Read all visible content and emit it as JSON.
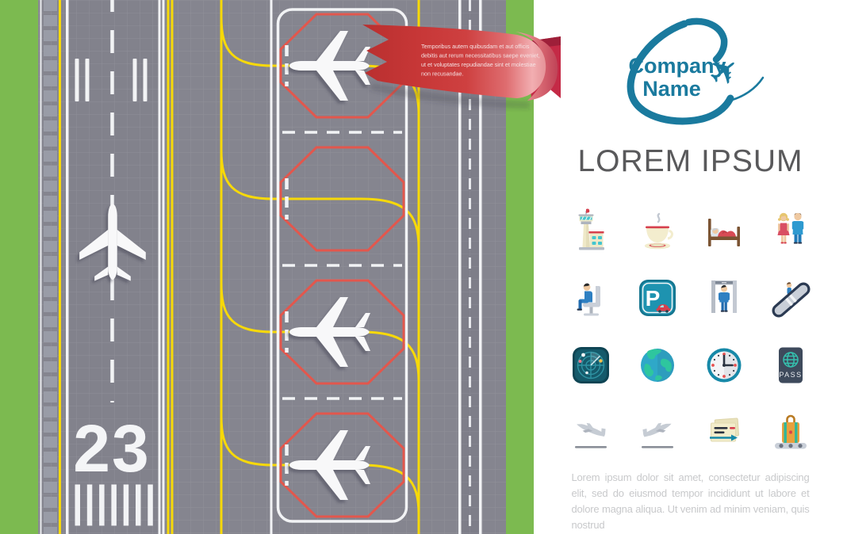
{
  "illustration": {
    "runway_number": "23",
    "ribbon": {
      "lines": [
        "Temporibus autem quibusdam et aut officis",
        "debitis aut rerum necessitatibus saepe eveniet,",
        "ut et voluptates repudiandae sint et molestiae",
        "non recusandae."
      ]
    }
  },
  "logo": {
    "name_line1": "Company",
    "name_line2": "Name"
  },
  "heading": "LOREM IPSUM",
  "icon_labels": {
    "parking_letter": "P",
    "passport_text": "PASS"
  },
  "icon_names": [
    "airport-tower",
    "coffee-cup",
    "hotel-bed",
    "couple",
    "waiting-passenger",
    "parking-sign",
    "security-gate",
    "escalator",
    "radar",
    "globe",
    "clock",
    "passport",
    "plane-landing",
    "plane-takeoff",
    "tickets",
    "baggage-carousel"
  ],
  "paragraph": "Lorem ipsum dolor sit amet, consectetur adipiscing elit, sed do eiusmod tempor incididunt ut labore et dolore magna aliqua. Ut venim ad minim veniam, quis nostrud",
  "colors": {
    "grass_green": "#7CBA50",
    "asphalt_gray": "#85858F",
    "taxi_line_yellow": "#F7D908",
    "stand_red": "#E2574D",
    "ribbon_red": "#C73737",
    "logo_teal": "#1A7A9E",
    "heading_gray": "#59595B",
    "body_text_gray": "#C8C9CB"
  }
}
